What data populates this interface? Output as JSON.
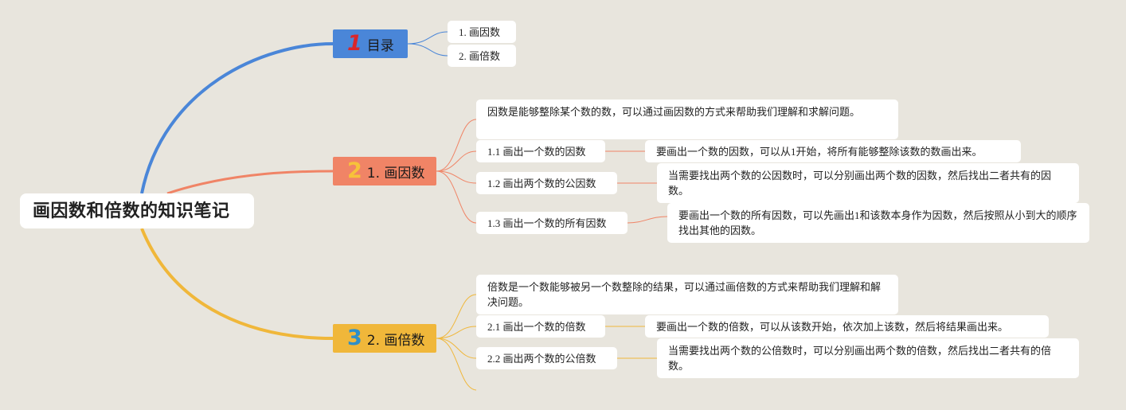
{
  "root": {
    "title": "画因数和倍数的知识笔记"
  },
  "branches": [
    {
      "number": "1",
      "label": "目录",
      "children": [
        "1. 画因数",
        "2. 画倍数"
      ]
    },
    {
      "number": "2",
      "label": "1. 画因数",
      "intro": "因数是能够整除某个数的数，可以通过画因数的方式来帮助我们理解和求解问题。",
      "items": [
        {
          "label": "1.1 画出一个数的因数",
          "detail": "要画出一个数的因数，可以从1开始，将所有能够整除该数的数画出来。"
        },
        {
          "label": "1.2 画出两个数的公因数",
          "detail": "当需要找出两个数的公因数时，可以分别画出两个数的因数，然后找出二者共有的因数。"
        },
        {
          "label": "1.3 画出一个数的所有因数",
          "detail": "要画出一个数的所有因数，可以先画出1和该数本身作为因数，然后按照从小到大的顺序找出其他的因数。"
        }
      ]
    },
    {
      "number": "3",
      "label": "2. 画倍数",
      "intro": "倍数是一个数能够被另一个数整除的结果，可以通过画倍数的方式来帮助我们理解和解决问题。",
      "items": [
        {
          "label": "2.1 画出一个数的倍数",
          "detail": "要画出一个数的倍数，可以从该数开始，依次加上该数，然后将结果画出来。"
        },
        {
          "label": "2.2 画出两个数的公倍数",
          "detail": "当需要找出两个数的公倍数时，可以分别画出两个数的倍数，然后找出二者共有的倍数。"
        }
      ]
    }
  ],
  "colors": {
    "branch1": "#4a86d8",
    "branch2": "#f08466",
    "branch3": "#f0b73a",
    "background": "#e8e5dd"
  }
}
